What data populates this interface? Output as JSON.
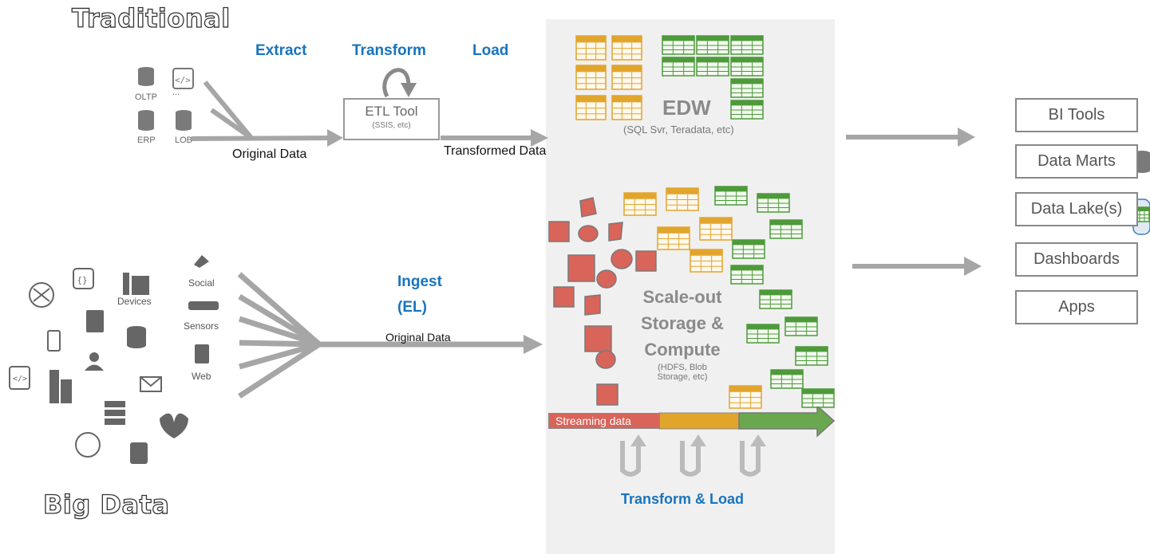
{
  "titles": {
    "traditional": "Traditional",
    "big_data": "Big Data"
  },
  "etl_steps": {
    "extract": "Extract",
    "transform": "Transform",
    "load": "Load"
  },
  "sources": {
    "oltp": "OLTP",
    "ellipsis": "...",
    "erp": "ERP",
    "lob": "LOB"
  },
  "etl_tool": {
    "title": "ETL Tool",
    "subtitle": "(SSIS, etc)"
  },
  "flow_labels": {
    "original_data": "Original Data",
    "transformed_data": "Transformed Data",
    "original_data_small": "Original Data"
  },
  "edw": {
    "title": "EDW",
    "subtitle": "(SQL Svr, Teradata, etc)"
  },
  "ingest": {
    "line1": "Ingest",
    "line2": "(EL)"
  },
  "big_sources": {
    "devices": "Devices",
    "social": "Social",
    "sensors": "Sensors",
    "web": "Web"
  },
  "scale_out": {
    "line1": "Scale-out",
    "line2": "Storage &",
    "line3": "Compute",
    "sub1": "(HDFS, Blob",
    "sub2": "Storage, etc)"
  },
  "streaming": {
    "label": "Streaming data"
  },
  "transform_load": "Transform & Load",
  "outputs": [
    "BI Tools",
    "Data Marts",
    "Data Lake(s)",
    "Dashboards",
    "Apps"
  ],
  "colors": {
    "accent_blue": "#1874bd",
    "arrow_gray": "#a6a6a6",
    "table_orange": "#e2a52c",
    "table_green": "#4e9a3a",
    "shape_red": "#d96459"
  }
}
